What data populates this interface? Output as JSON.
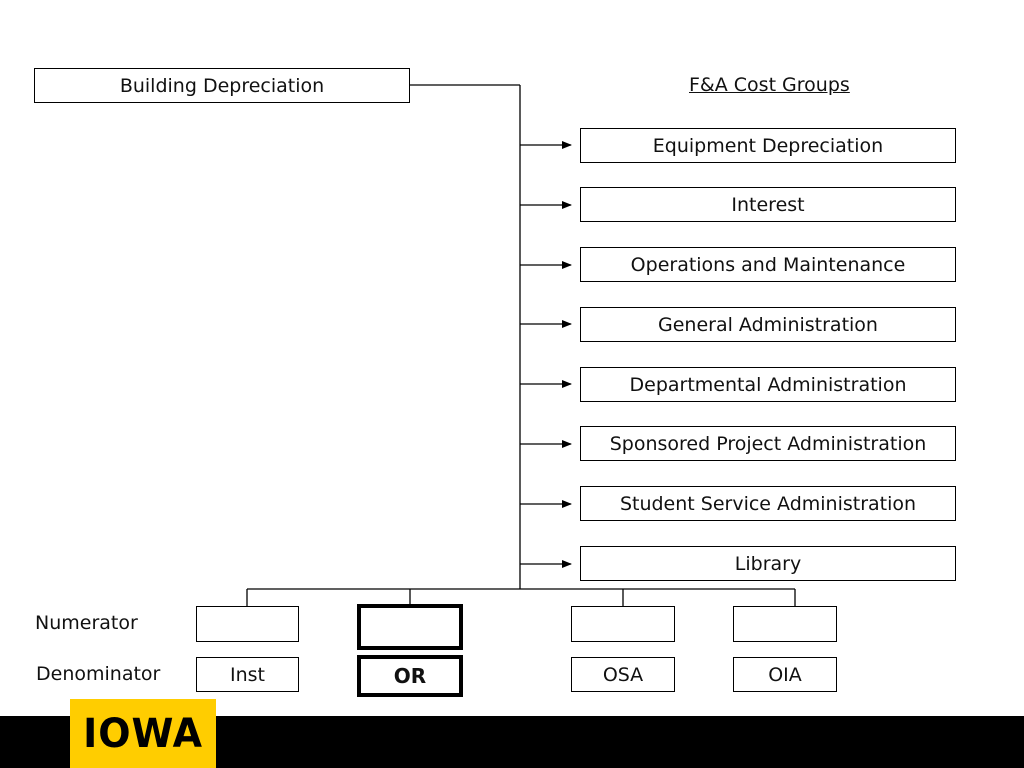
{
  "colors": {
    "brand_gold": "#FFCD00",
    "footer": "#000000",
    "line": "#000000"
  },
  "source_box": {
    "label": "Building Depreciation"
  },
  "cost_groups": {
    "heading": "F&A Cost Groups",
    "items": [
      "Equipment Depreciation",
      "Interest",
      "Operations and Maintenance",
      "General Administration",
      "Departmental Administration",
      "Sponsored Project Administration",
      "Student Service Administration",
      "Library"
    ]
  },
  "rows": {
    "numerator_label": "Numerator",
    "denominator_label": "Denominator"
  },
  "numerators": [
    "",
    "",
    "",
    ""
  ],
  "denominators": [
    "Inst",
    "OR",
    "OSA",
    "OIA"
  ],
  "logo": {
    "text": "IOWA"
  }
}
